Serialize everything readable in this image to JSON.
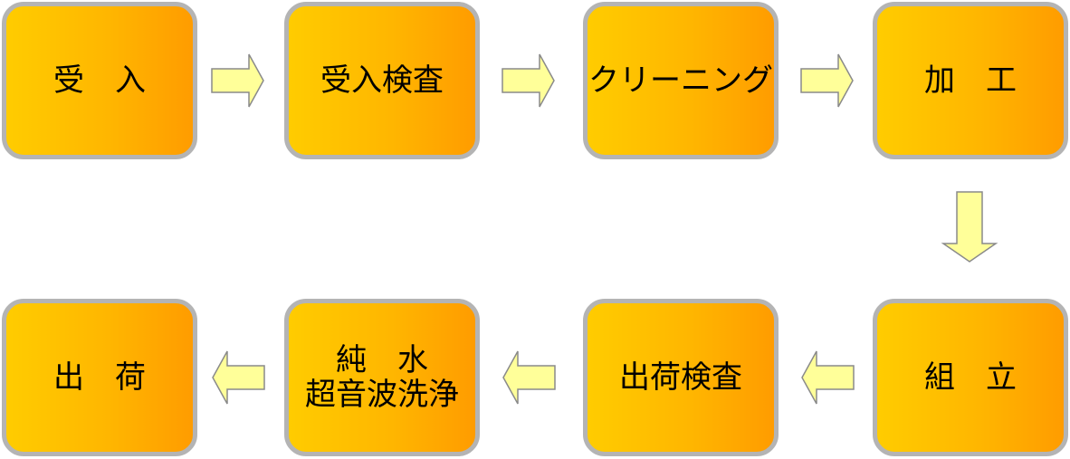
{
  "colors": {
    "box_fill_start": "#ffcc00",
    "box_fill_end": "#ff9c00",
    "box_border": "#b4b4b4",
    "arrow_fill": "#ffff99",
    "arrow_stroke": "#8a8a8a"
  },
  "steps": [
    {
      "label": "受　入"
    },
    {
      "label": "受入検査"
    },
    {
      "label": "クリーニング"
    },
    {
      "label": "加　工"
    },
    {
      "label": "組　立"
    },
    {
      "label": "出荷検査"
    },
    {
      "label": "純　水\n超音波洗浄"
    },
    {
      "label": "出　荷"
    }
  ]
}
